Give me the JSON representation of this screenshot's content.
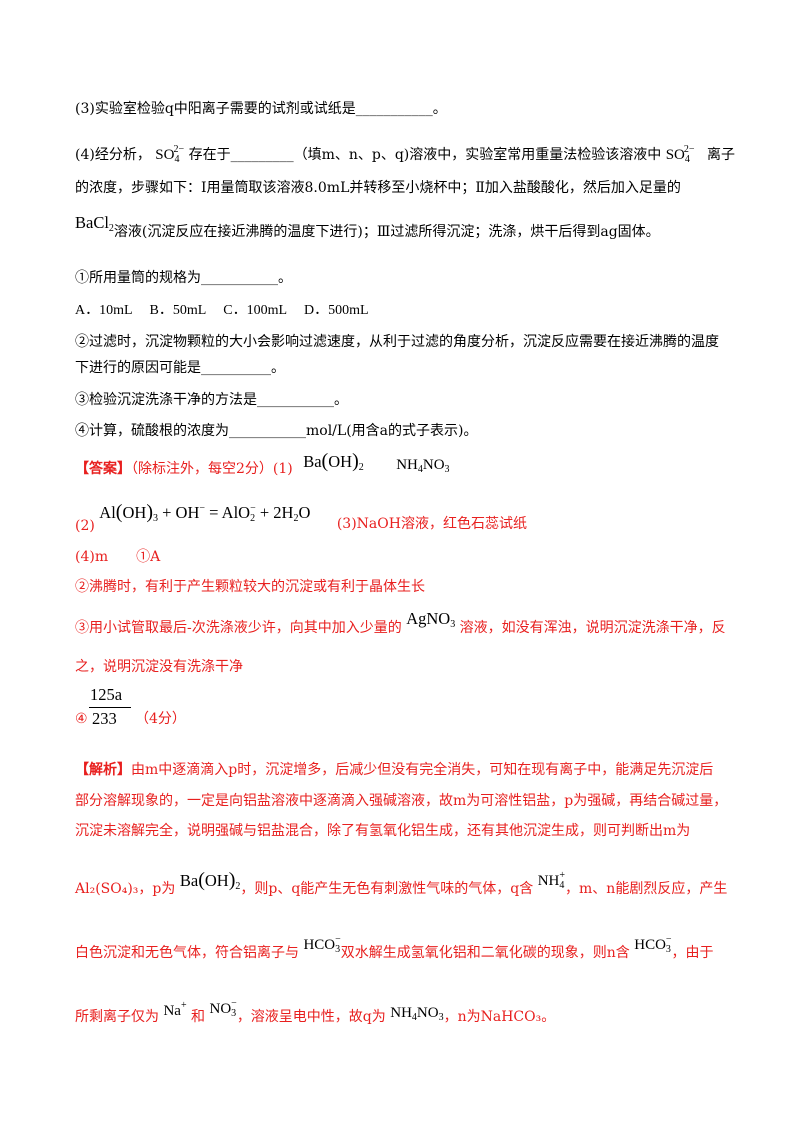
{
  "questions": {
    "q3": "(3)实验室检验q中阳离子需要的试剂或试纸是___________。",
    "q4_a": "(4)经分析，",
    "q4_b": "存在于_________（填m、n、p、q)溶液中，实验室常用重量法检验该溶液中",
    "q4_c": "离子",
    "q4_line2": "的浓度，步骤如下：Ⅰ用量筒取该溶液8.0mL并转移至小烧杯中；Ⅱ加入盐酸酸化，然后加入足量的",
    "q4_line3": "溶液(沉淀反应在接近沸腾的温度下进行)；Ⅲ过滤所得沉淀；洗涤，烘干后得到ag固体。",
    "sub1": "①所用量筒的规格为___________。",
    "sub1_options": "A．10mL　 B．50mL　 C．100mL　 D．500mL",
    "sub2_a": "②过滤时，沉淀物颗粒的大小会影响过滤速度，从利于过滤的角度分析，沉淀反应需要在接近沸腾的温度",
    "sub2_b": "下进行的原因可能是__________。",
    "sub3": "③检验沉淀洗涤干净的方法是___________。",
    "sub4": "④计算，硫酸根的浓度为___________mol/L(用含a的式子表示)。"
  },
  "answer": {
    "label": "【答案】",
    "note": "（除标注外，每空2分）(1)",
    "a2_prefix": "(2)",
    "a3": "(3)NaOH溶液，红色石蕊试纸",
    "a4": "(4)m　　①A",
    "a4_2": "②沸腾时，有利于产生颗粒较大的沉淀或有利于晶体生长",
    "a4_3_a": "③用小试管取最后-次洗涤液少许，向其中加入少量的",
    "a4_3_b": "溶液，如没有浑浊，说明沉淀洗涤干净，反",
    "a4_3_c": "之，说明沉淀没有洗涤干净",
    "a4_4_prefix": "④",
    "a4_4_score": "（4分）",
    "frac_num": "125a",
    "frac_den": "233"
  },
  "analysis": {
    "label": "【解析】",
    "l1": "由m中逐滴滴入p时，沉淀增多，后减少但没有完全消失，可知在现有离子中，能满足先沉淀后",
    "l2": "部分溶解现象的，一定是向铝盐溶液中逐滴滴入强碱溶液，故m为可溶性铝盐，p为强碱，再结合碱过量，",
    "l3": "沉淀未溶解完全，说明强碱与铝盐混合，除了有氢氧化铝生成，还有其他沉淀生成，则可判断出m为",
    "l4_a": "Al₂(SO₄)₃，p为",
    "l4_b": "，则p、q能产生无色有刺激性气味的气体，q含",
    "l4_c": "，m、n能剧烈反应，产生",
    "l5_a": "白色沉淀和无色气体，符合铝离子与",
    "l5_b": "双水解生成氢氧化铝和二氧化碳的现象，则n含",
    "l5_c": "，由于",
    "l6_a": "所剩离子仅为",
    "l6_b": "和",
    "l6_c": "，溶液呈电中性，故q为",
    "l6_d": "，n为NaHCO₃。"
  }
}
